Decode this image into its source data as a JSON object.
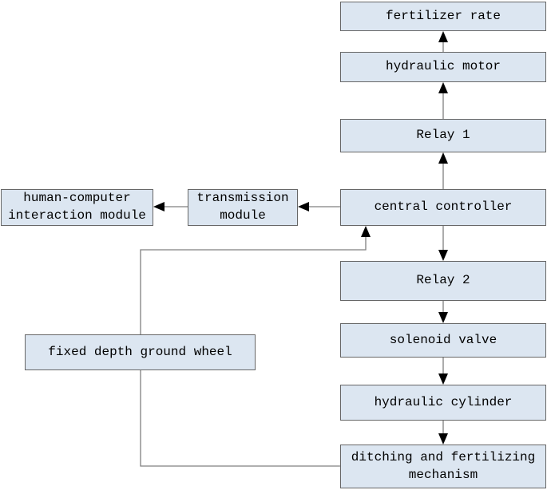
{
  "colors": {
    "background": "#ffffff",
    "node_fill": "#dce6f1",
    "node_border": "#666666",
    "connector": "#808080",
    "arrowhead": "#000000",
    "text": "#000000"
  },
  "nodes": {
    "fertilizer_rate": {
      "label": "fertilizer rate"
    },
    "hydraulic_motor": {
      "label": "hydraulic motor"
    },
    "relay_1": {
      "label": "Relay 1"
    },
    "central_controller": {
      "label": "central controller"
    },
    "relay_2": {
      "label": "Relay 2"
    },
    "solenoid_valve": {
      "label": "solenoid valve"
    },
    "hydraulic_cylinder": {
      "label": "hydraulic cylinder"
    },
    "ditching_and_fertilizing_mechanism": {
      "label": "ditching and fertilizing mechanism"
    },
    "transmission_module": {
      "label": "transmission module"
    },
    "human_computer_interaction_module": {
      "label": "human-computer interaction module"
    },
    "fixed_depth_ground_wheel": {
      "label": "fixed depth ground wheel"
    }
  },
  "edges": [
    {
      "from": "hydraulic_motor",
      "to": "fertilizer_rate",
      "direction": "up"
    },
    {
      "from": "relay_1",
      "to": "hydraulic_motor",
      "direction": "up"
    },
    {
      "from": "central_controller",
      "to": "relay_1",
      "direction": "up"
    },
    {
      "from": "central_controller",
      "to": "transmission_module",
      "direction": "left"
    },
    {
      "from": "transmission_module",
      "to": "human_computer_interaction_module",
      "direction": "left"
    },
    {
      "from": "central_controller",
      "to": "relay_2",
      "direction": "down"
    },
    {
      "from": "relay_2",
      "to": "solenoid_valve",
      "direction": "down"
    },
    {
      "from": "solenoid_valve",
      "to": "hydraulic_cylinder",
      "direction": "down"
    },
    {
      "from": "hydraulic_cylinder",
      "to": "ditching_and_fertilizing_mechanism",
      "direction": "down"
    },
    {
      "from": "ditching_and_fertilizing_mechanism",
      "to": "central_controller",
      "via": "fixed_depth_ground_wheel",
      "direction": "feedback-loop"
    }
  ]
}
